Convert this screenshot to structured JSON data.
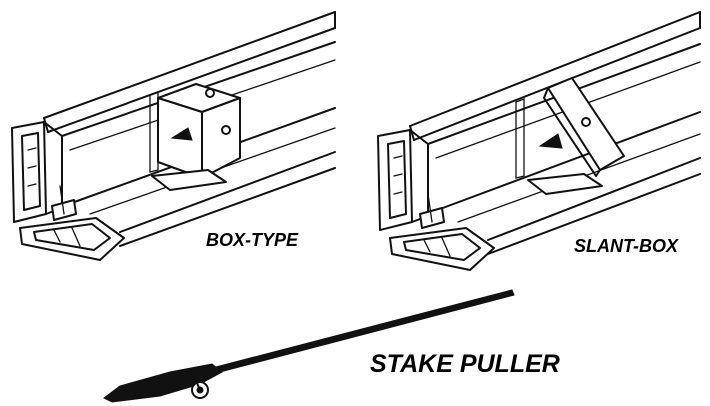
{
  "labels": {
    "box_type": "BOX-TYPE",
    "slant_box": "SLANT-BOX",
    "stake_puller": "STAKE PULLER"
  },
  "colors": {
    "ink": "#111111",
    "background": "#ffffff"
  }
}
